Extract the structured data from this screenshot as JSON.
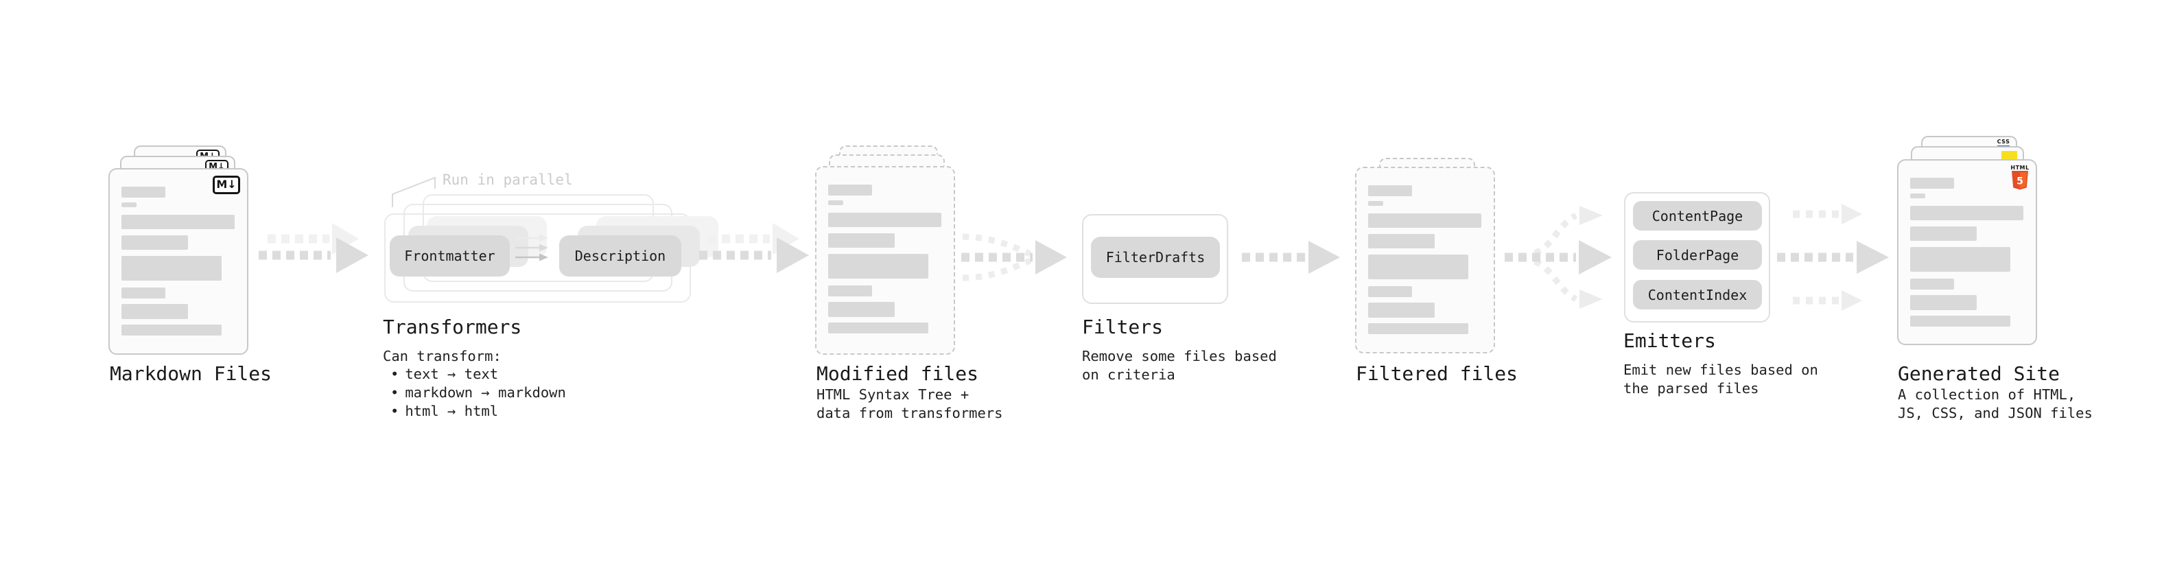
{
  "diagram": {
    "markdown_files": {
      "label": "Markdown Files",
      "badge": "M↓"
    },
    "transformers": {
      "label": "Transformers",
      "annotation": "Run in parallel",
      "pill_frontmatter": "Frontmatter",
      "pill_description": "Description",
      "sub_title": "Can transform:",
      "bullet": "•",
      "bullets": [
        "text → text",
        "markdown → markdown",
        "html → html"
      ]
    },
    "modified_files": {
      "label": "Modified files",
      "sub1": "HTML Syntax Tree +",
      "sub2": "data from transformers"
    },
    "filters": {
      "label": "Filters",
      "pill": "FilterDrafts",
      "sub1": "Remove some files based",
      "sub2": "on criteria"
    },
    "filtered_files": {
      "label": "Filtered files"
    },
    "emitters": {
      "label": "Emitters",
      "pills": [
        "ContentPage",
        "FolderPage",
        "ContentIndex"
      ],
      "sub1": "Emit new files based on",
      "sub2": "the parsed files"
    },
    "generated_site": {
      "label": "Generated Site",
      "sub1": "A collection of HTML,",
      "sub2": "JS, CSS, and JSON files",
      "badge_css": "CSS",
      "badge_html": "HTML",
      "badge_html5_number": "5"
    },
    "colors": {
      "pill_gray": "#d9d9d9",
      "doc_border": "#c8c8c8",
      "arrow_gray": "#dcdcdc",
      "arrow_ghost": "#f0f0f0",
      "html5_orange": "#e44d26",
      "html5_orange_light": "#f16529",
      "css_blue": "#2965f1",
      "js_yellow": "#f7df1e"
    }
  }
}
